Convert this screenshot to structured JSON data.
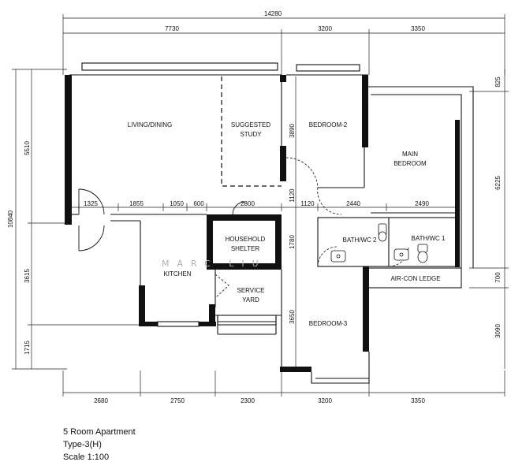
{
  "title": {
    "line1": "5 Room Apartment",
    "line2": "Type-3(H)",
    "line3": "Scale 1:100"
  },
  "rooms": {
    "living_dining": "LIVING/DINING",
    "study_1": "SUGGESTED",
    "study_2": "STUDY",
    "bedroom_2": "BEDROOM-2",
    "main_bedroom_1": "MAIN",
    "main_bedroom_2": "BEDROOM",
    "household_shelter_1": "HOUSEHOLD",
    "household_shelter_2": "SHELTER",
    "kitchen": "KITCHEN",
    "service_yard_1": "SERVICE",
    "service_yard_2": "YARD",
    "bath_wc_2": "BATH/WC 2",
    "bath_wc_1": "BATH/WC 1",
    "aircon_ledge": "AIR-CON LEDGE",
    "bedroom_3": "BEDROOM-3"
  },
  "dimensions": {
    "overall_width": "14280",
    "top_1": "7730",
    "top_2": "3200",
    "top_3": "3350",
    "bottom_1": "2680",
    "bottom_2": "2750",
    "bottom_3": "2300",
    "bottom_4": "3200",
    "bottom_5": "3350",
    "left_overall": "10840",
    "left_1": "5510",
    "left_2": "3615",
    "left_3": "1715",
    "right_1": "825",
    "right_2": "6225",
    "right_3": "700",
    "right_4": "3090",
    "inner_1325": "1325",
    "inner_1855": "1855",
    "inner_1050": "1050",
    "inner_600": "600",
    "inner_2800": "2800",
    "inner_1120a": "1120",
    "inner_2440": "2440",
    "inner_2490": "2490",
    "vert_3890": "3890",
    "vert_1120": "1120",
    "vert_1780": "1780",
    "vert_3650": "3650"
  },
  "watermark": "MARC LIU"
}
